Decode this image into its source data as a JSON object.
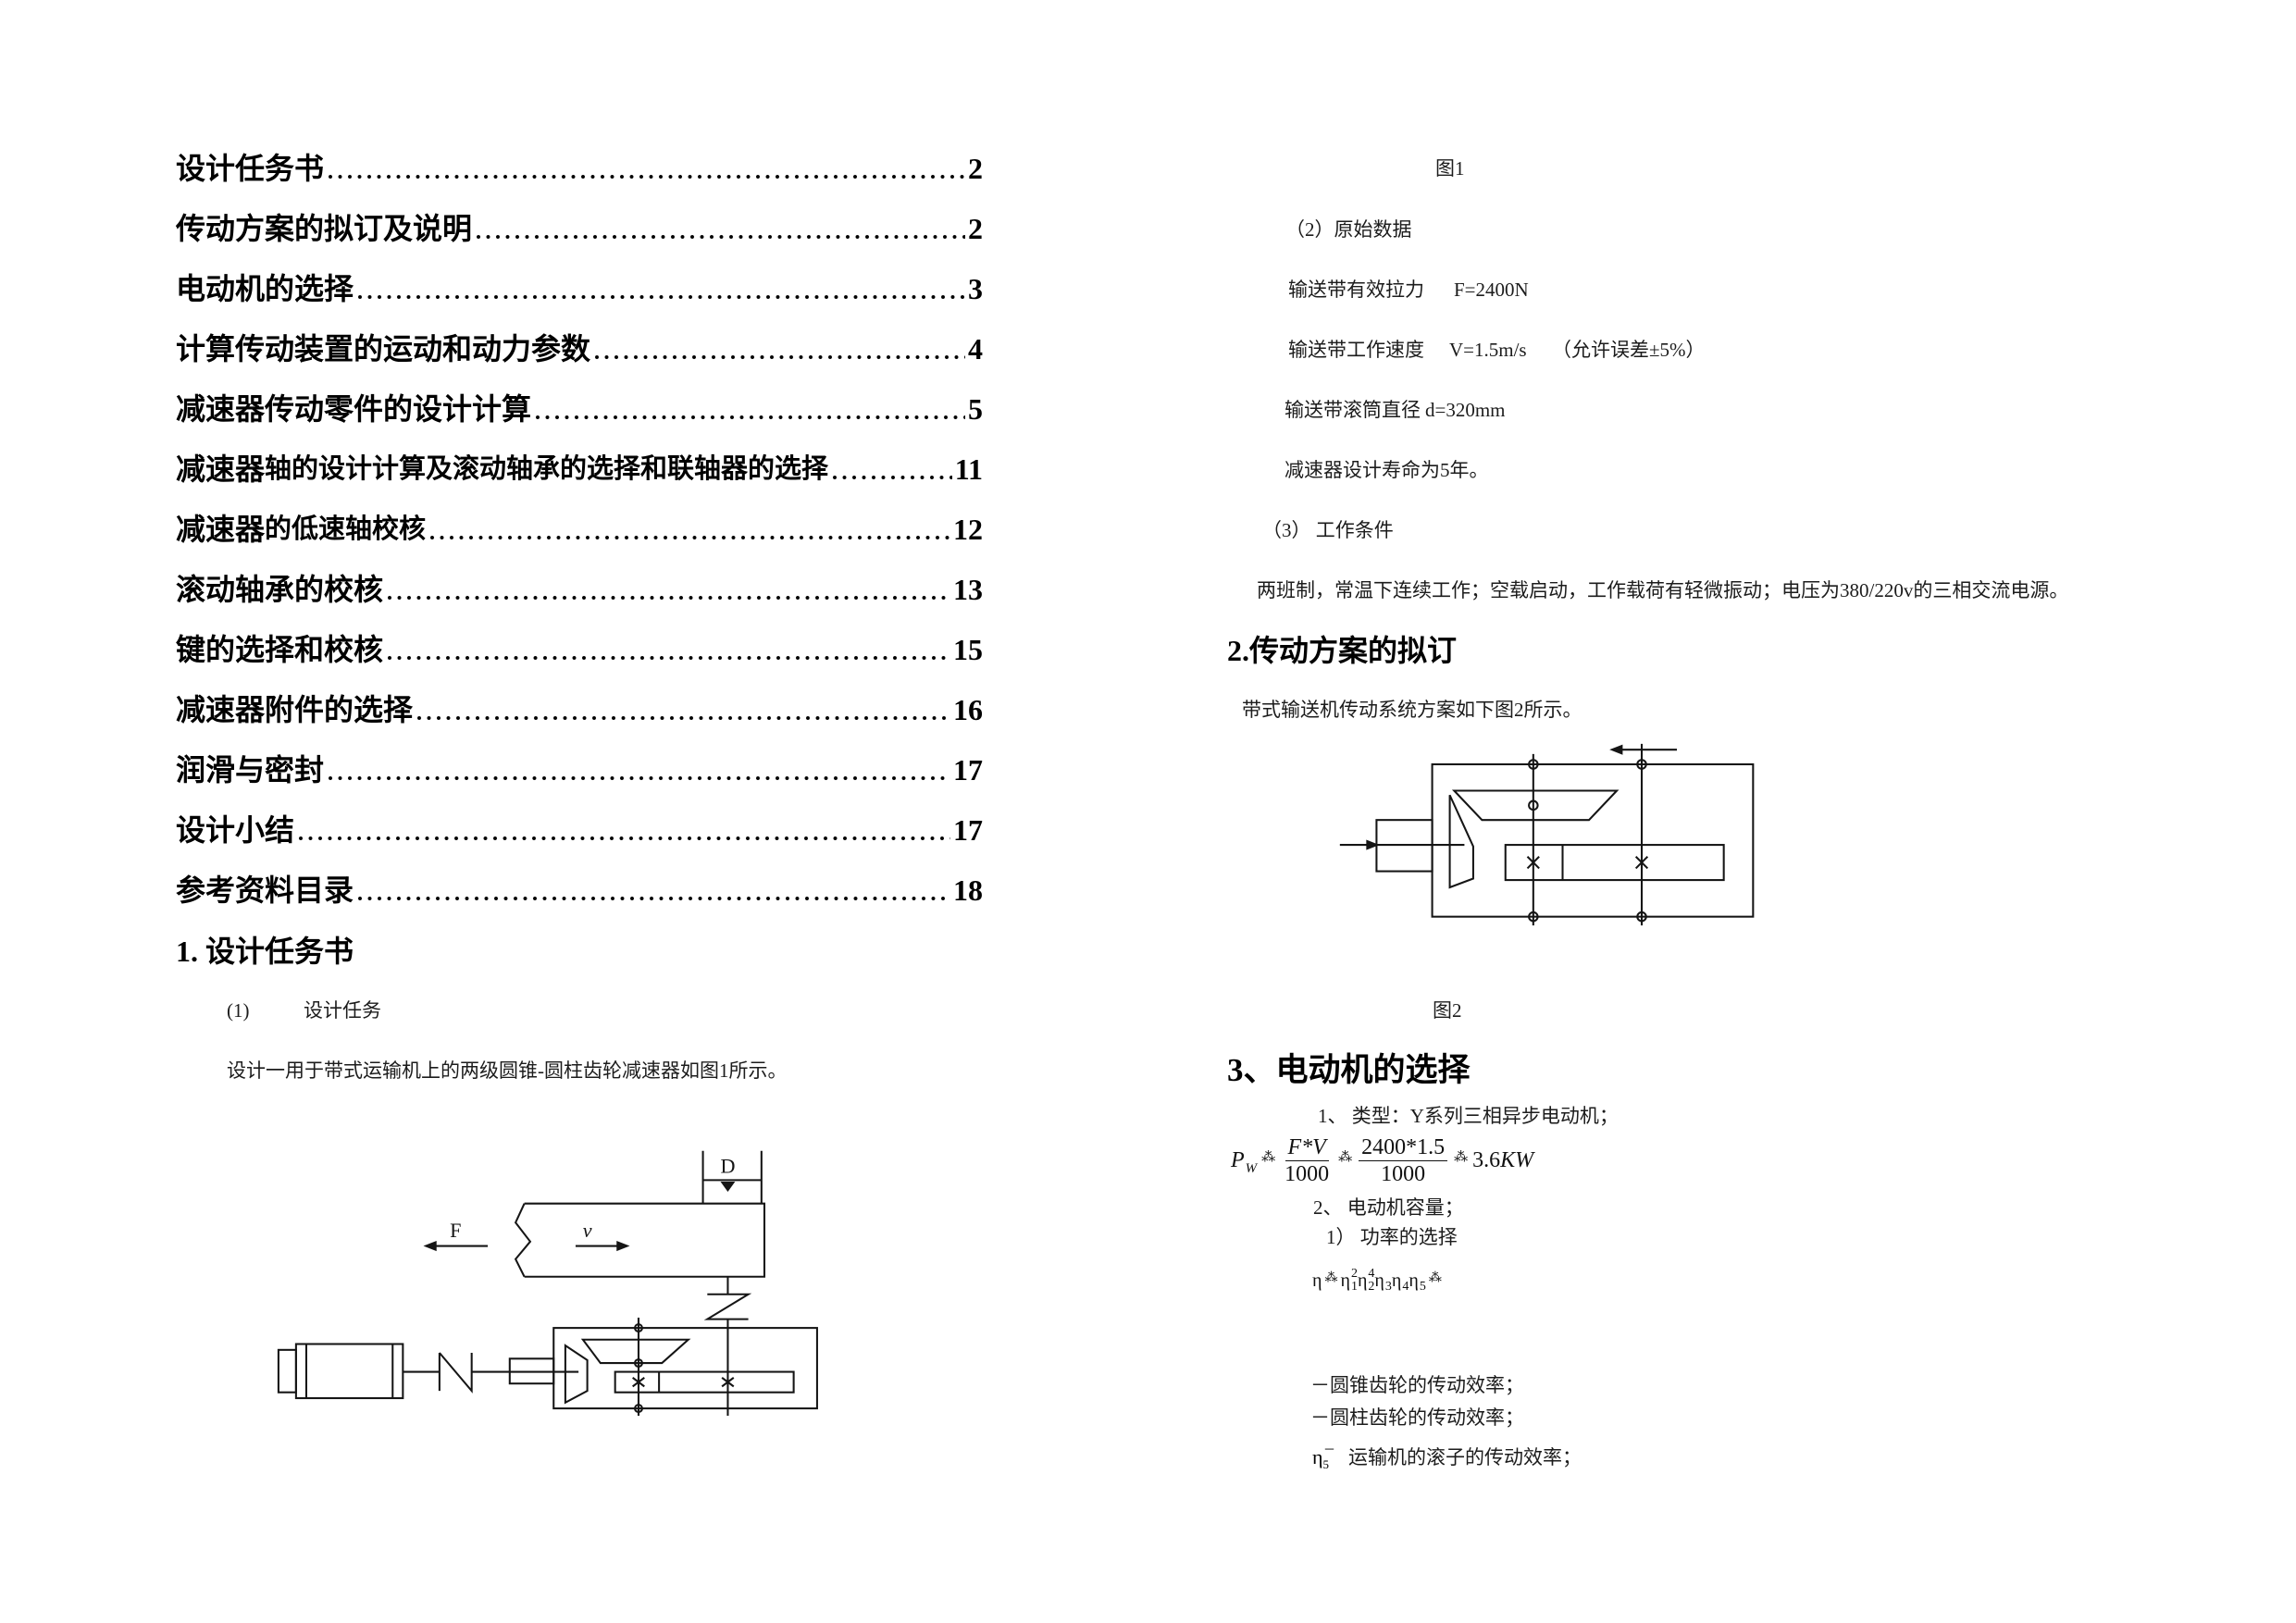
{
  "toc": {
    "items": [
      {
        "title": "设计任务书",
        "page": "2"
      },
      {
        "title": "传动方案的拟订及说明",
        "page": "2"
      },
      {
        "title": "电动机的选择",
        "page": "3"
      },
      {
        "title": "计算传动装置的运动和动力参数",
        "page": "4"
      },
      {
        "title": "减速器传动零件的设计计算",
        "page": "5"
      },
      {
        "title": "减速器",
        "title_small": "轴的设计计算及滚动轴承的选择和联轴器的选择",
        "page": "11"
      },
      {
        "title": "减速器",
        "title_small": "的低速轴校核",
        "page": "12"
      },
      {
        "title": "滚动轴承的校核",
        "page": "13"
      },
      {
        "title": "键的选择和校核",
        "page": "15"
      },
      {
        "title": "减速器附件的选择",
        "page": "16"
      },
      {
        "title": "润滑与密封",
        "page": "17"
      },
      {
        "title": "设计小结",
        "page": "17"
      },
      {
        "title": "参考资料目录",
        "page": "18"
      }
    ]
  },
  "section1": {
    "heading": "1. 设计任务书",
    "item1_num": "(1)",
    "item1_label": "设计任务",
    "task": "设计一用于带式运输机上的两级圆锥-圆柱齿轮减速器如图1所示。"
  },
  "figure1": {
    "caption": "图1",
    "label_F": "F",
    "label_v": "v",
    "label_D": "D"
  },
  "raw_data": {
    "heading": "（2）原始数据",
    "rows": [
      {
        "label": "输送带有效拉力",
        "value": "F=2400N"
      },
      {
        "label": "输送带工作速度",
        "value": "V=1.5m/s",
        "note": "（允许误差±5%）"
      },
      {
        "label": "输送带滚筒直径",
        "value": "d=320mm"
      }
    ],
    "life": "减速器设计寿命为5年。"
  },
  "conditions": {
    "heading": "（3） 工作条件",
    "text": "两班制，常温下连续工作；空载启动，工作载荷有轻微振动；电压为380/220v的三相交流电源。"
  },
  "section2": {
    "heading": "2.传动方案的拟订",
    "text": "带式输送机传动系统方案如下图2所示。"
  },
  "figure2": {
    "caption": "图2"
  },
  "section3": {
    "heading": "3、电动机的选择",
    "item1": "1、 类型：Y系列三相异步电动机；",
    "power_formula": {
      "lhs": "P",
      "lhs_sub": "W",
      "eq": "⁂",
      "frac1_num": "F*V",
      "frac1_den": "1000",
      "frac2_num": "2400*1.5",
      "frac2_den": "1000",
      "result_num": "3.6",
      "result_unit": "KW"
    },
    "item2": "2、 电动机容量；",
    "item2_1": "1） 功率的选择",
    "efficiency_formula": {
      "lhs": "η",
      "eq": "⁂",
      "terms": [
        {
          "sym": "η",
          "sub": "1",
          "sup": "2"
        },
        {
          "sym": "η",
          "sub": "2",
          "sup": "4"
        },
        {
          "sym": "η",
          "sub": "3"
        },
        {
          "sym": "η",
          "sub": "4"
        },
        {
          "sym": "η",
          "sub": "5"
        }
      ]
    },
    "notes": [
      {
        "text": "－圆锥齿轮的传动效率；"
      },
      {
        "text": "－圆柱齿轮的传动效率；"
      },
      {
        "sym": "η",
        "sub": "5",
        "mark": "－",
        "text": "运输机的滚子的传动效率；"
      }
    ]
  }
}
